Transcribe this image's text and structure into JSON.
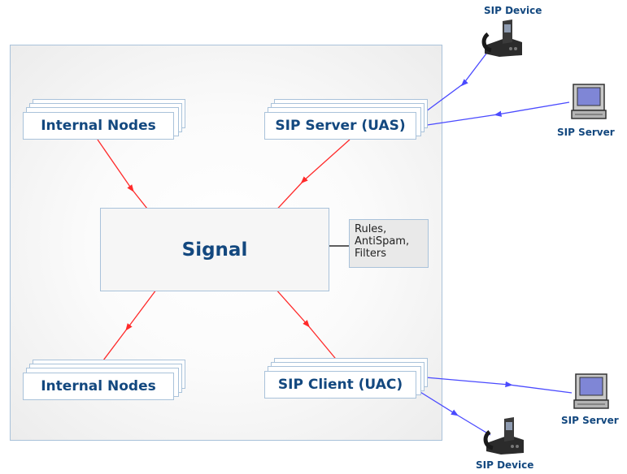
{
  "nodes": {
    "internal_top": "Internal Nodes",
    "sip_server": "SIP Server (UAS)",
    "internal_bottom": "Internal Nodes",
    "sip_client": "SIP Client (UAC)"
  },
  "center": {
    "label": "Signal"
  },
  "rules": {
    "lines": [
      "Rules,",
      "AntiSpam,",
      "Filters"
    ]
  },
  "external": {
    "device_top": "SIP Device",
    "server_right": "SIP Server",
    "server_bottom": "SIP Server",
    "device_bottom": "SIP Device"
  },
  "colors": {
    "signal_arrow": "#ff2a2a",
    "external_link": "#4a4aff",
    "label_text": "#13487f",
    "border": "#a9c2da"
  }
}
